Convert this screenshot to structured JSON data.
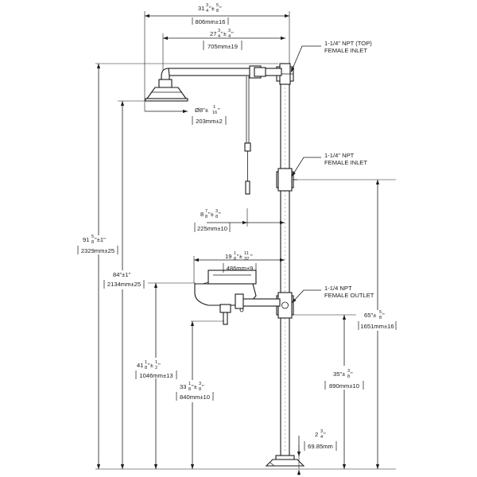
{
  "callouts": {
    "top_inlet": [
      "1-1/4\" NPT (TOP)",
      "FEMALE INLET"
    ],
    "mid_inlet": [
      "1-1/4\" NPT",
      "FEMALE INLET"
    ],
    "outlet": [
      "1-1/4 NPT",
      "FEMALE OUTLET"
    ]
  },
  "dims": {
    "overall_width": {
      "main": "31",
      "num1": "3",
      "den1": "4",
      "sep": "\"±",
      "num2": "5",
      "den2": "8",
      "tail": "\"",
      "metric": "806mm±16"
    },
    "head_reach": {
      "main": "27",
      "num1": "3",
      "den1": "4",
      "sep": "\"±",
      "num2": "3",
      "den2": "4",
      "tail": "\"",
      "metric": "705mm±19"
    },
    "head_diameter": {
      "main": "Ø8\"±",
      "num2": "1",
      "den2": "16",
      "tail": "\"",
      "metric": "203mm±2"
    },
    "pull_rod_offset": {
      "main": "8",
      "num1": "7",
      "den1": "8",
      "sep": "\"±",
      "num2": "3",
      "den2": "8",
      "tail": "\"",
      "metric": "225mm±10"
    },
    "eyewash_reach": {
      "main": "19",
      "num1": "1",
      "den1": "8",
      "sep": "\"±",
      "num2": "11",
      "den2": "32",
      "tail": "\"",
      "metric": "486mm±9"
    },
    "overall_height": {
      "main": "91",
      "num1": "5",
      "den1": "8",
      "sep": "\"±1\"",
      "metric": "2329mm±25"
    },
    "head_height": {
      "main": "84\"±1\"",
      "metric": "2134mm±25"
    },
    "mid_inlet_height": {
      "main": "65\"±",
      "num2": "5",
      "den2": "8",
      "tail": "\"",
      "metric": "1651mm±16"
    },
    "eyewash_top_height": {
      "main": "41",
      "num1": "1",
      "den1": "8",
      "sep": "\"±",
      "num2": "1",
      "den2": "2",
      "tail": "\"",
      "metric": "1046mm±13"
    },
    "bowl_height": {
      "main": "33",
      "num1": "1",
      "den1": "8",
      "sep": "\"±",
      "num2": "3",
      "den2": "8",
      "tail": "\"",
      "metric": "840mm±10"
    },
    "outlet_height": {
      "main": "35\"±",
      "num2": "3",
      "den2": "8",
      "tail": "\"",
      "metric": "890mm±10"
    },
    "base_height": {
      "main": "2",
      "num1": "3",
      "den1": "4",
      "tail": "\"",
      "metric": "69.85mm"
    }
  }
}
